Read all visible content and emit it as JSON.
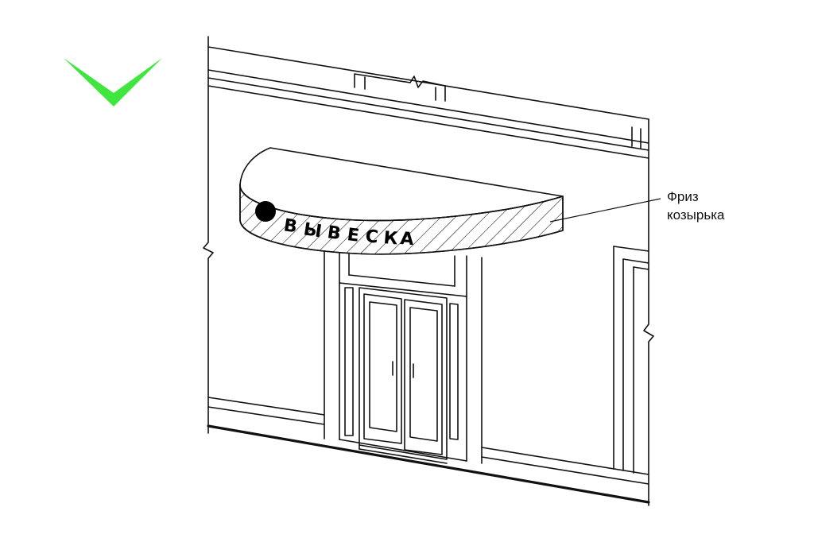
{
  "sign": {
    "text": "ВЫВЕСКА",
    "letters": [
      "В",
      "Ы",
      "В",
      "Е",
      "С",
      "К",
      "А"
    ]
  },
  "callout": {
    "line1": "Фриз",
    "line2": "козырька"
  },
  "colors": {
    "check": "#3ee63e",
    "ink": "#111111",
    "background": "#ffffff"
  },
  "icons": {
    "approval": "checkmark-icon",
    "sign_logo": "round-logo-dot"
  }
}
